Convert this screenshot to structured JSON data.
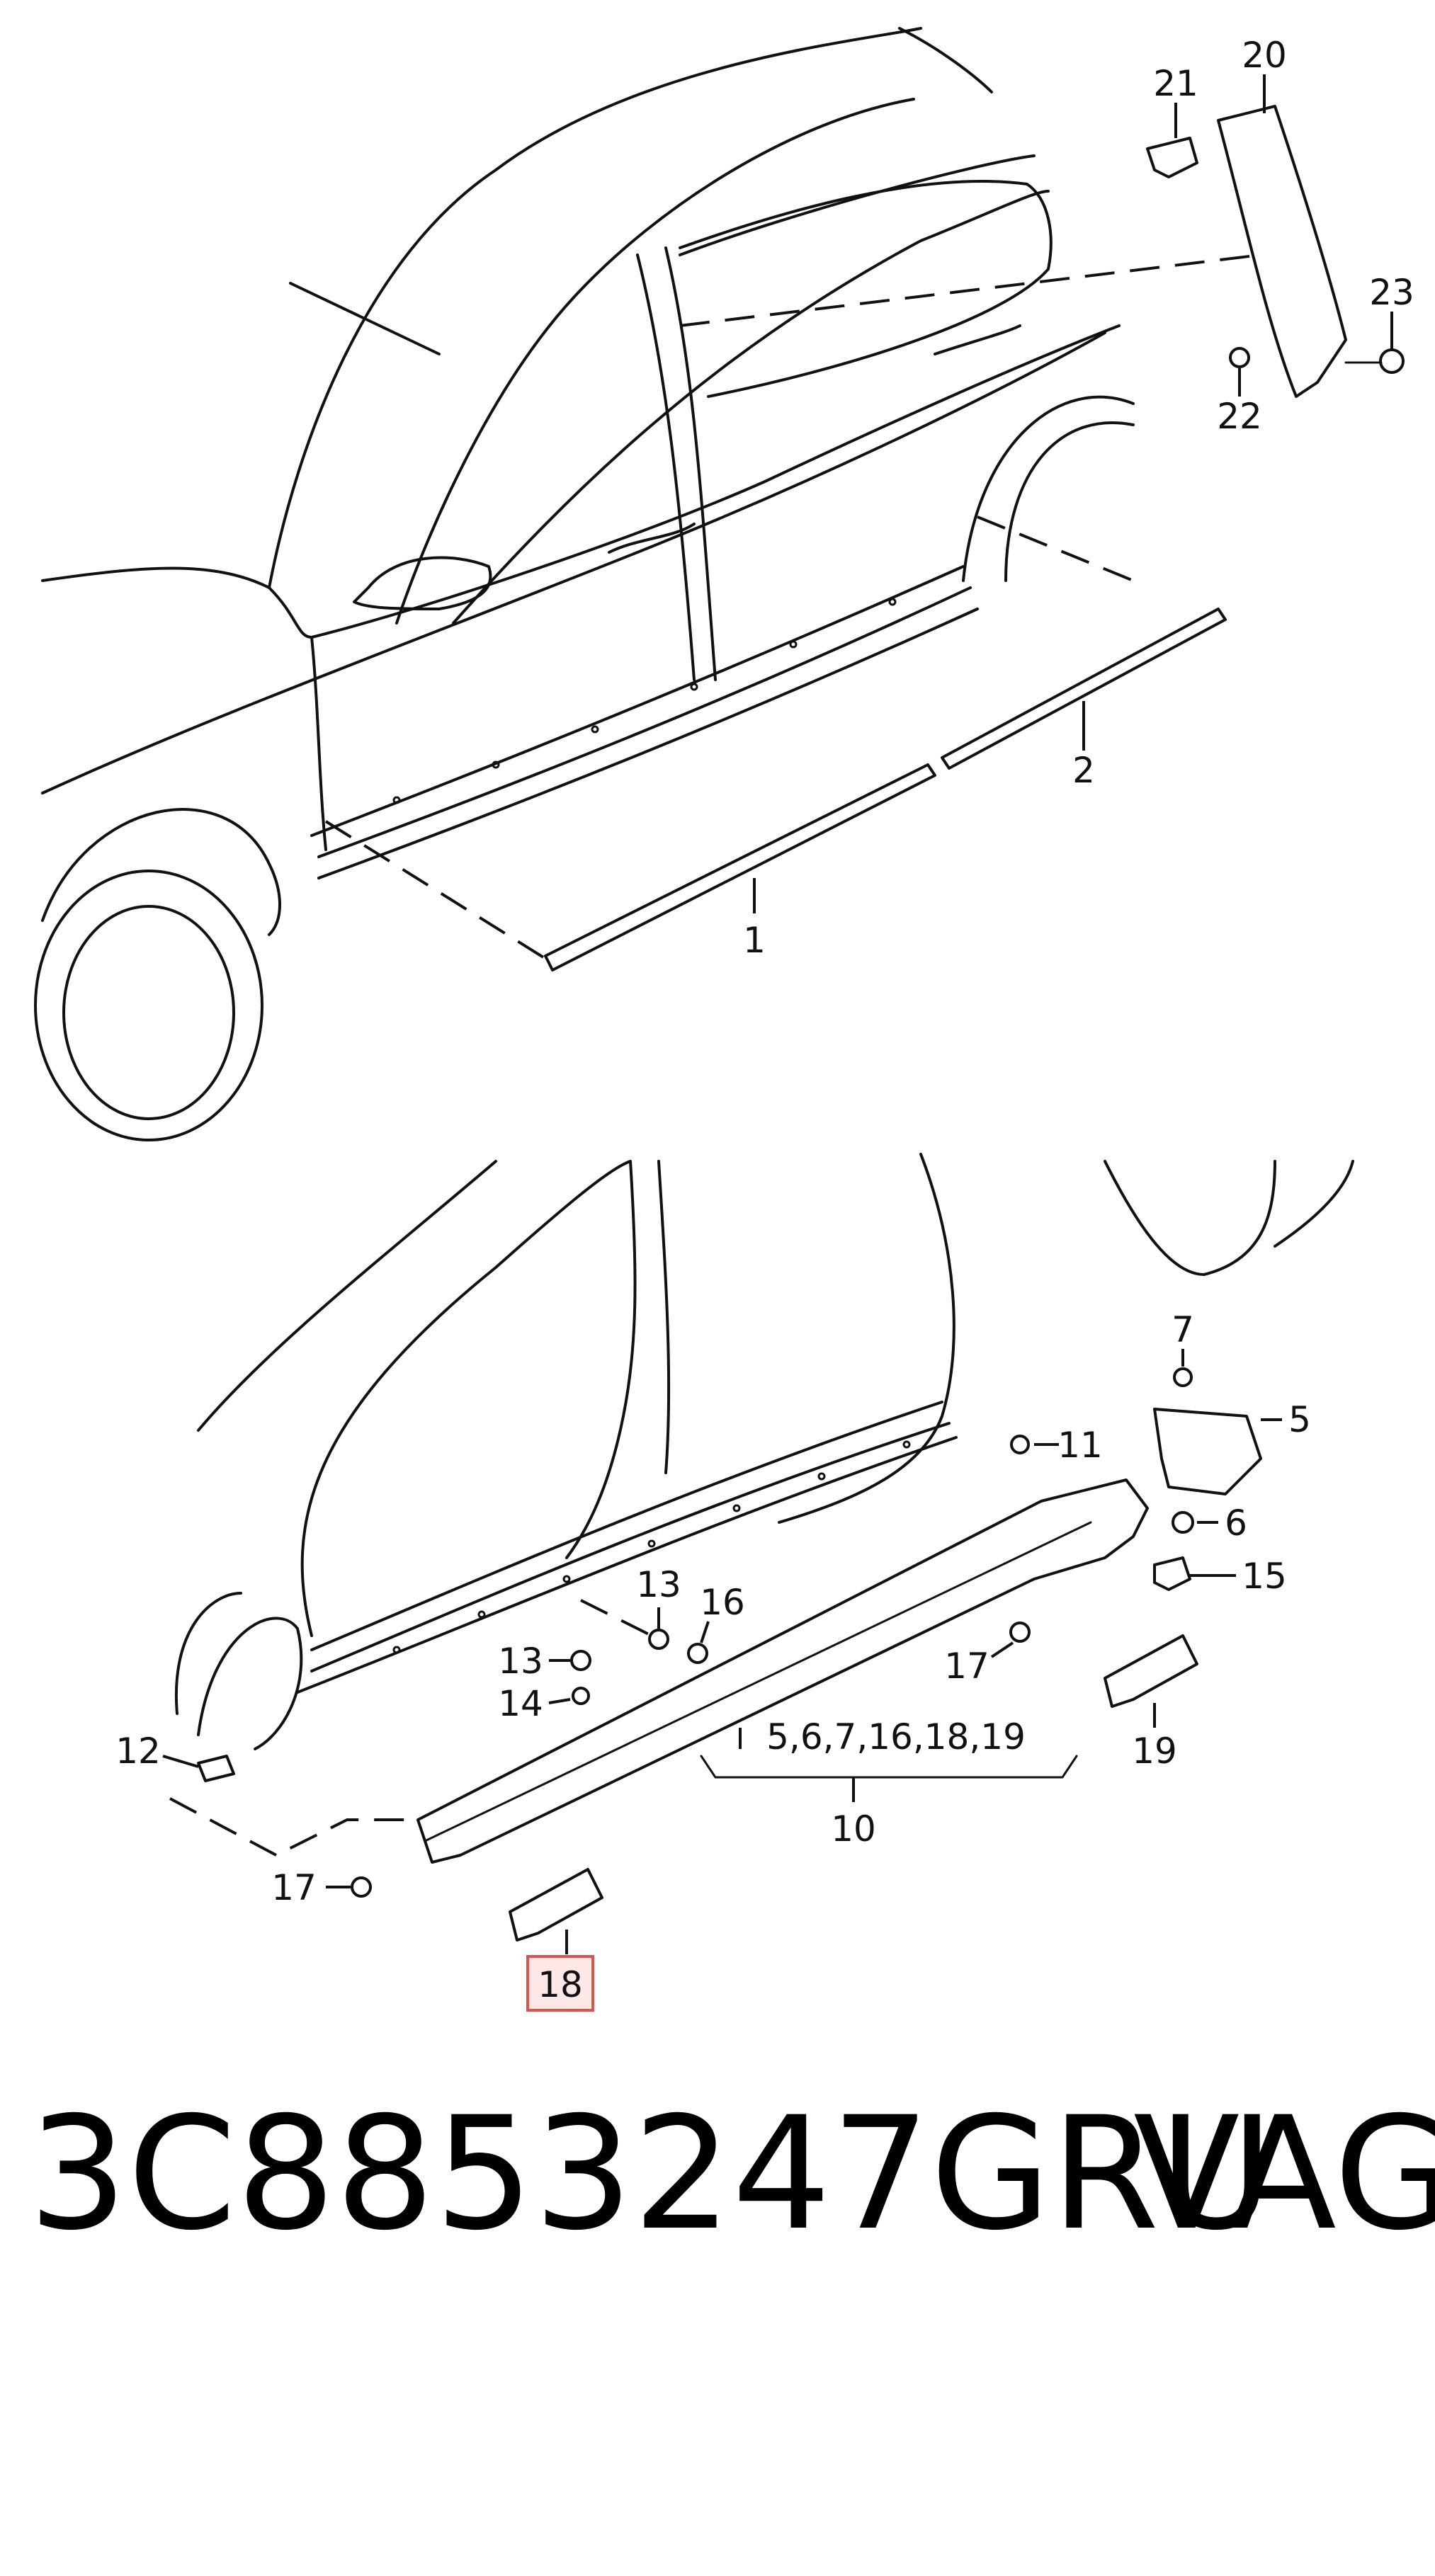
{
  "callouts_top": [
    "21",
    "20",
    "23",
    "22",
    "2",
    "1"
  ],
  "callouts_bottom": [
    "7",
    "5",
    "11",
    "6",
    "15",
    "13",
    "16",
    "13",
    "14",
    "12",
    "17",
    "19",
    "5,6,7,16,18,19",
    "10",
    "17",
    "18"
  ],
  "highlighted_callout": "18",
  "colors": {
    "highlight_fill": "#fde7e7",
    "highlight_border": "#d9534f"
  },
  "caption": {
    "part_number": "3C8853247GRU",
    "brand": "VAG"
  }
}
